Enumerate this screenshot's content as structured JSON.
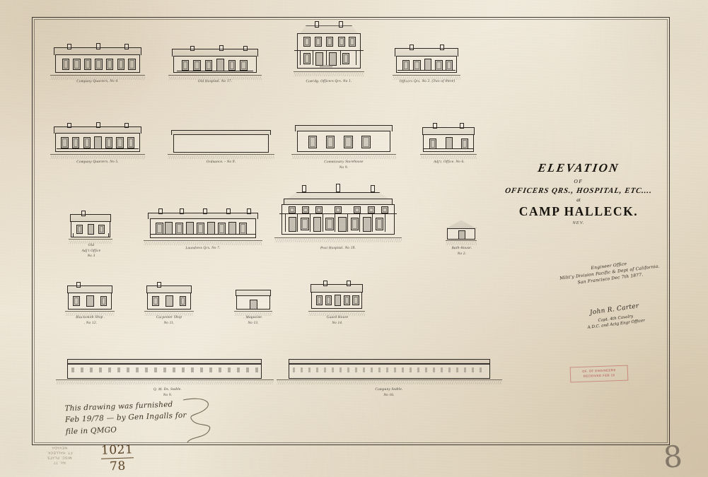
{
  "document": {
    "medium": "historical ink drawing on paper",
    "sheet_number": "8"
  },
  "title_block": {
    "line1": "ELEVATION",
    "of": "OF",
    "line2": "OFFICERS QRS., HOSPITAL, ETC....",
    "at": "at",
    "line3": "CAMP HALLECK.",
    "state": "NEV."
  },
  "office_block": {
    "text": "Engineer Office\nMilit'y Division Pacific & Dept of California.\nSan Francisco  Dec 7th 1877."
  },
  "signature_block": {
    "name": "John R. Carter",
    "rank": "Capt. 4th Cavalry\nA.D.C. and Actg Engr Officer"
  },
  "note": {
    "text": "This drawing was furnished\nFeb 19/78 — by Gen Ingalls for\nfile in QMGO"
  },
  "stamp": {
    "line1": "OF. OF ENGINEERS",
    "line2": "RECEIVED FEB 19"
  },
  "catalog": {
    "fraction_numerator": "1021",
    "fraction_denominator": "78",
    "archive_label": "No. 77\nMISC. PLATS\nFT. HALLECK,\nNEVADA"
  },
  "colors": {
    "paper": "#ece3d2",
    "ink": "#1d1a17",
    "sepia_ink": "#3b2f22",
    "stamp_red": "#a8383a",
    "pencil": "#5a4326"
  },
  "elevations": [
    {
      "id": "company-quarters-4",
      "label": "Company Quarters, No 4.",
      "number": "4",
      "row": 1
    },
    {
      "id": "old-hospital-17",
      "label": "Old Hospital.   No 17.",
      "number": "17",
      "row": 1
    },
    {
      "id": "comdg-officers-qrs-1",
      "label": "Com'dg. Officers Qrs.  No 1.",
      "number": "1",
      "row": 1
    },
    {
      "id": "officers-qrs-2",
      "label": "Officers Qrs. No 2. (Two of these)",
      "number": "2",
      "row": 1
    },
    {
      "id": "company-quarters-5",
      "label": "Company Quarters. No 5.",
      "number": "5",
      "row": 2
    },
    {
      "id": "ordnance-8",
      "label": "Ordnance. - No 8.",
      "number": "8",
      "row": 2
    },
    {
      "id": "commissary-storehouse-9",
      "label": "Commissary Storehouse\nNo 9.",
      "number": "9",
      "row": 2
    },
    {
      "id": "adjt-office-6",
      "label": "Adj't. Office.  No 6.",
      "number": "6",
      "row": 2
    },
    {
      "id": "old-adjt-office-3",
      "label": "Old\nAdj't Office\nNo 3",
      "number": "3",
      "row": 3
    },
    {
      "id": "laundress-qrs-7",
      "label": "Laundress Qrs.  No 7.",
      "number": "7",
      "row": 3
    },
    {
      "id": "post-hospital-18",
      "label": "Post Hospital.  No 18.",
      "number": "18",
      "row": 3
    },
    {
      "id": "bath-house-2",
      "label": "Bath-House.\nNo 2.",
      "number": "2",
      "row": 3
    },
    {
      "id": "blacksmith-shop-12",
      "label": "Blacksmith Shop .\n. No 12.",
      "number": "12",
      "row": 4
    },
    {
      "id": "carpenter-shop-11",
      "label": "Carpenter Shop\nNo 11.",
      "number": "11",
      "row": 4
    },
    {
      "id": "magazine-13",
      "label": ". Magazine.\nNo 13.",
      "number": "13",
      "row": 4
    },
    {
      "id": "guard-house-14",
      "label": "Guard House\nNo 14.",
      "number": "14",
      "row": 4
    },
    {
      "id": "qm-ds-stable-9",
      "label": "Q. M. Ds. Stable.\nNo 9.",
      "number": "9",
      "row": 5
    },
    {
      "id": "company-stable-16",
      "label": "Company Stable.\nNo 16.",
      "number": "16",
      "row": 5
    }
  ]
}
